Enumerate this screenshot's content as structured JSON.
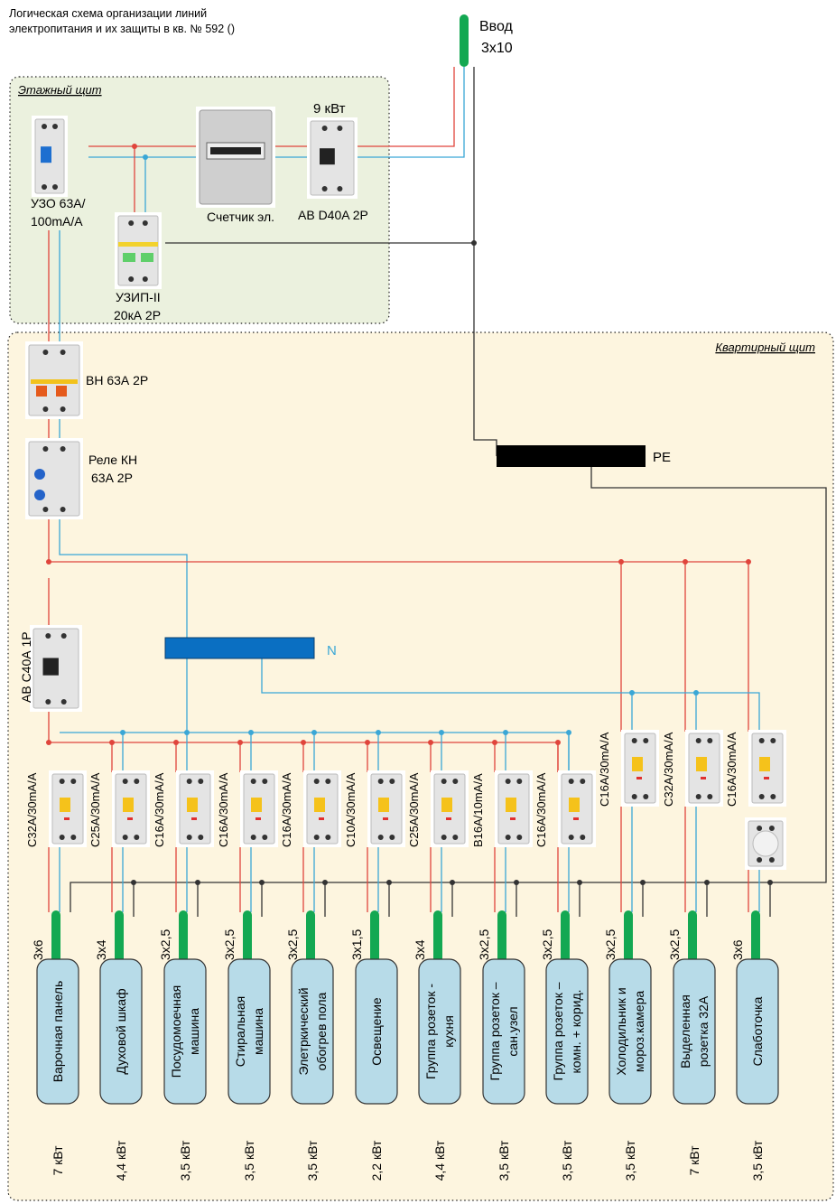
{
  "title": [
    "Логическая схема организации линий",
    "электропитания и их защиты в кв. № 592 ()"
  ],
  "input": {
    "label": "Ввод",
    "cable": "3х10"
  },
  "floor_panel": {
    "title": "Этажный щит",
    "rcd": [
      "УЗО 63А/",
      "100mA/A"
    ],
    "meter": "Счетчик эл.",
    "breaker_power": "9 кВт",
    "breaker": "АВ D40A 2P",
    "spd": [
      "УЗИП-II",
      "20кА 2Р"
    ]
  },
  "apartment_panel": {
    "title": "Квартирный щит",
    "switch": "ВН 63А 2Р",
    "relay": [
      "Реле КН",
      "63А 2Р"
    ],
    "pe_bus": "PE",
    "n_bus": "N",
    "breaker_1p": "АВ С40А 1Р"
  },
  "colors": {
    "phase": "#e0453c",
    "neutral": "#3aa7d6",
    "pe": "#333333",
    "cable": "#13a852",
    "load_box": "#b7dbe8",
    "floor_bg": "#ebf1de",
    "apt_bg": "#fdf5df",
    "n_bus": "#0a6fc2"
  },
  "circuits": [
    {
      "rcbo": "С32А/30mA/A",
      "cable": "3х6",
      "load": [
        "Варочная панель"
      ],
      "power": "7 кВт"
    },
    {
      "rcbo": "С25А/30mA/A",
      "cable": "3х4",
      "load": [
        "Духовой шкаф"
      ],
      "power": "4,4 кВт"
    },
    {
      "rcbo": "С16А/30mA/A",
      "cable": "3х2,5",
      "load": [
        "Посудомоечная",
        "машина"
      ],
      "power": "3,5 кВт"
    },
    {
      "rcbo": "С16А/30mA/A",
      "cable": "3х2,5",
      "load": [
        "Стиральная",
        "машина"
      ],
      "power": "3,5 кВт"
    },
    {
      "rcbo": "С16А/30mA/A",
      "cable": "3х2,5",
      "load": [
        "Элетркический",
        "обогрев пола"
      ],
      "power": "3,5 кВт"
    },
    {
      "rcbo": "С10А/30mA/A",
      "cable": "3х1,5",
      "load": [
        "Освещение"
      ],
      "power": "2,2 кВт"
    },
    {
      "rcbo": "С25А/30mA/A",
      "cable": "3х4",
      "load": [
        "Группа розеток -",
        "кухня"
      ],
      "power": "4,4 кВт"
    },
    {
      "rcbo": "В16А/10mA/A",
      "cable": "3х2,5",
      "load": [
        "Группа розеток –",
        "сан.узел"
      ],
      "power": "3,5 кВт"
    },
    {
      "rcbo": "С16А/30mA/A",
      "cable": "3х2,5",
      "load": [
        "Группа розеток –",
        "комн. + корид."
      ],
      "power": "3,5 кВт"
    },
    {
      "rcbo": "С16А/30mA/A",
      "cable": "3х2,5",
      "load": [
        "Холодильник и",
        "мороз.камера"
      ],
      "power": "3,5 кВт"
    },
    {
      "rcbo": "С32А/30mA/A",
      "cable": "3х2,5",
      "load": [
        "Выделенная",
        "розетка 32А"
      ],
      "power": "7 кВт"
    },
    {
      "rcbo": "С16А/30mA/A",
      "cable": "3х6",
      "load": [
        "Слаботочка"
      ],
      "power": "3,5 кВт"
    }
  ]
}
